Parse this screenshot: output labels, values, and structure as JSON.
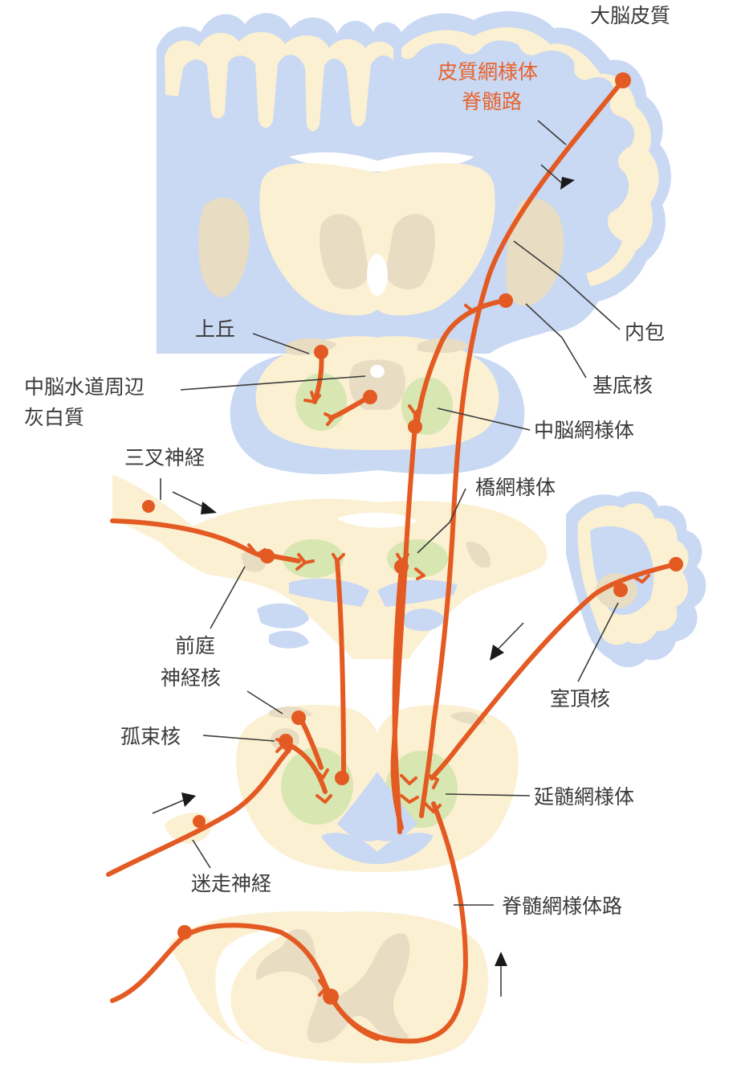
{
  "labels": {
    "cerebral_cortex": "大脳皮質",
    "corticoreticulospinal_1": "皮質網様体",
    "corticoreticulospinal_2": "脊髄路",
    "internal_capsule": "内包",
    "basal_ganglia": "基底核",
    "superior_colliculus": "上丘",
    "periaqueductal_gray_1": "中脳水道周辺",
    "periaqueductal_gray_2": "灰白質",
    "midbrain_reticular": "中脳網様体",
    "trigeminal_nerve": "三叉神経",
    "pontine_reticular": "橋網様体",
    "vestibular_nuclei_1": "前庭",
    "vestibular_nuclei_2": "神経核",
    "fastigial_nucleus": "室頂核",
    "solitary_nucleus": "孤束核",
    "medullary_reticular": "延髄網様体",
    "vagus_nerve": "迷走神経",
    "reticulospinal_tract": "脊髄網様体路"
  },
  "colors": {
    "tract": "#e35a22",
    "cortex": "#c9d8f3",
    "tissue": "#fbf0d2",
    "nucleus_tan": "#e8dcc3",
    "reticular_green": "#d8e6b2",
    "accent_label": "#e8622a"
  }
}
